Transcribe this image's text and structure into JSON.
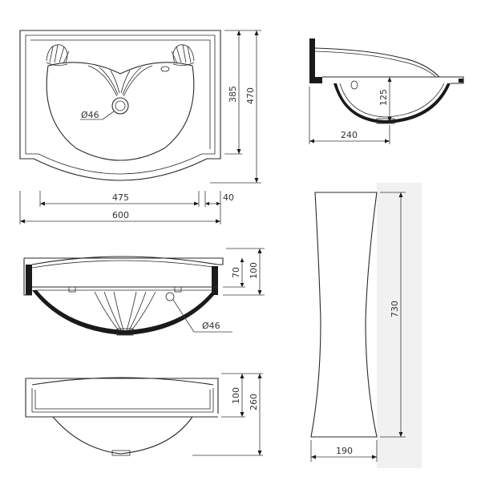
{
  "dimensions": {
    "top_depth_inner": "385",
    "top_depth_outer": "470",
    "top_width_inner": "475",
    "top_width_side": "40",
    "top_width_total": "600",
    "top_drain": "Ø46",
    "side_height": "125",
    "side_depth": "240",
    "front_height_inner": "70",
    "front_height_outer": "100",
    "front_drain": "Ø46",
    "pedestal_height": "730",
    "pedestal_width": "190",
    "back_height_inner": "100",
    "back_height_outer": "260"
  }
}
